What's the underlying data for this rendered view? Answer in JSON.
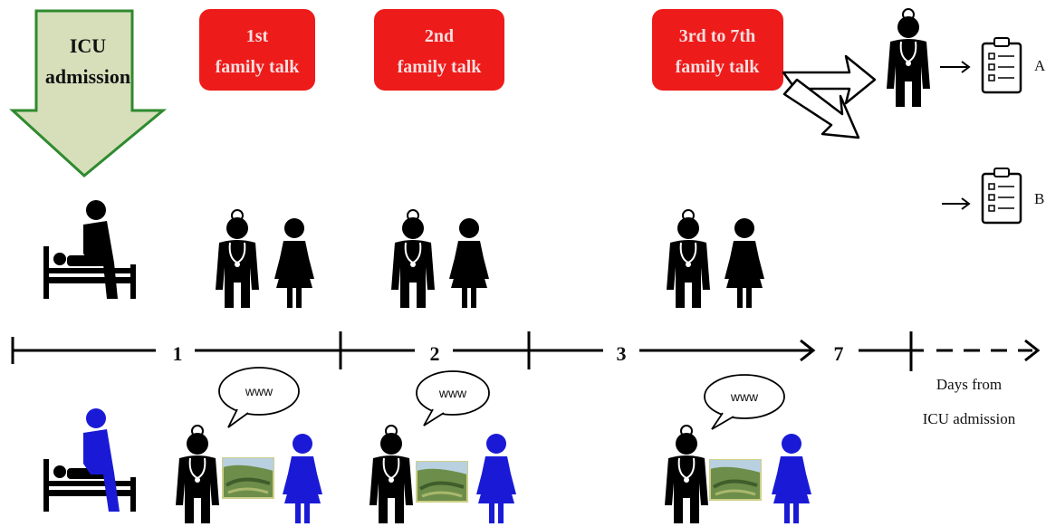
{
  "admission": {
    "line1": "ICU",
    "line2": "admission"
  },
  "talks": [
    {
      "line1": "1st",
      "line2": "family talk"
    },
    {
      "line1": "2nd",
      "line2": "family talk"
    },
    {
      "line1": "3rd to 7th",
      "line2": "family talk"
    }
  ],
  "timeline": {
    "ticks": [
      "1",
      "2",
      "3",
      "7"
    ],
    "label_line1": "Days from",
    "label_line2": "ICU admission"
  },
  "bubble_text": "www",
  "groups": [
    "A",
    "B"
  ],
  "colors": {
    "talk_box": "#ee1b1b",
    "admission_arrow_fill": "#d6dfba",
    "admission_arrow_stroke": "#2f8a2f",
    "highlight": "#1a1ad6",
    "figure": "#000000"
  }
}
